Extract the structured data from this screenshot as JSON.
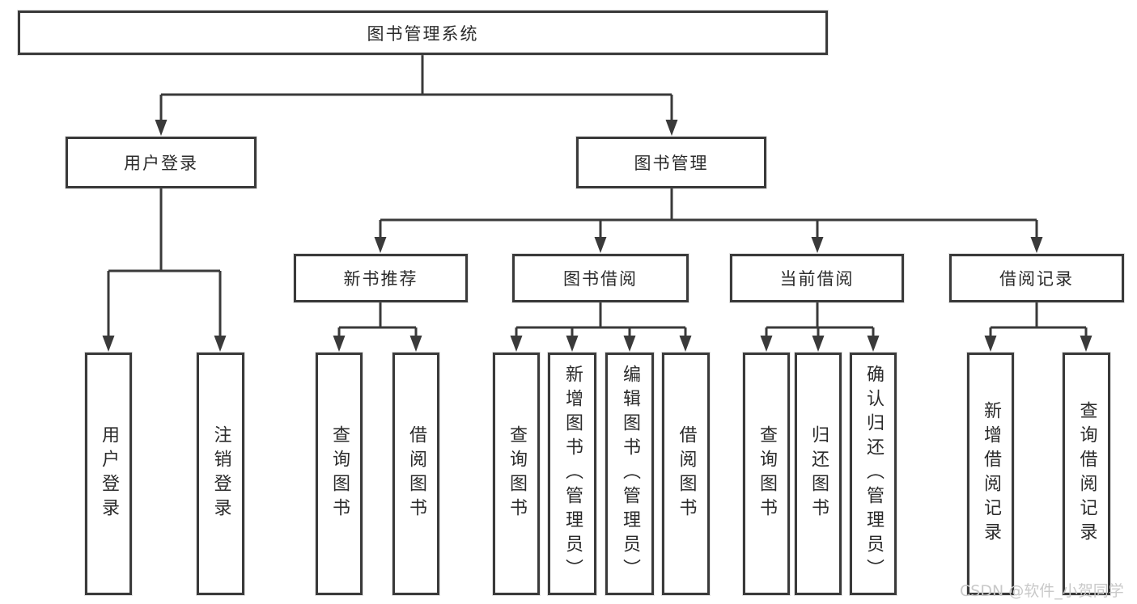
{
  "tree": {
    "label": "图书管理系统",
    "children": [
      {
        "label": "用户登录",
        "children": [
          {
            "label": "用户登录"
          },
          {
            "label": "注销登录"
          }
        ]
      },
      {
        "label": "图书管理",
        "children": [
          {
            "label": "新书推荐",
            "children": [
              {
                "label": "查询图书"
              },
              {
                "label": "借阅图书"
              }
            ]
          },
          {
            "label": "图书借阅",
            "children": [
              {
                "label": "查询图书"
              },
              {
                "label": "新增图书（管理员）"
              },
              {
                "label": "编辑图书（管理员）"
              },
              {
                "label": "借阅图书"
              }
            ]
          },
          {
            "label": "当前借阅",
            "children": [
              {
                "label": "查询图书"
              },
              {
                "label": "归还图书"
              },
              {
                "label": "确认归还（管理员）"
              }
            ]
          },
          {
            "label": "借阅记录",
            "children": [
              {
                "label": "新增借阅记录"
              },
              {
                "label": "查询借阅记录"
              }
            ]
          }
        ]
      }
    ]
  },
  "watermark": {
    "text": "CSDN @软件_小贺同学"
  },
  "colors": {
    "line": "#3a3a3a",
    "text": "#2b2b2b",
    "background": "#ffffff",
    "watermark": "#c9c9c9"
  }
}
